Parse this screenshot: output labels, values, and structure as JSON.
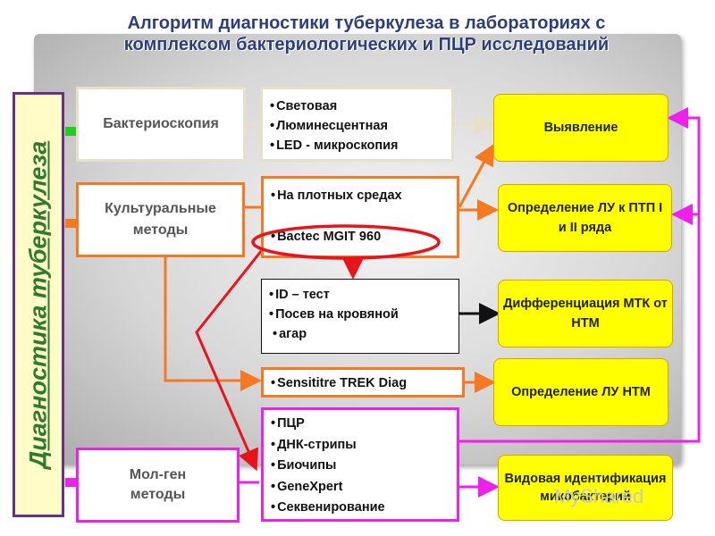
{
  "title": {
    "line1": "Алгоритм диагностики туберкулеза в лабораториях с",
    "line2": "комплексом бактериологических и ПЦР исследований"
  },
  "side_label": "Диагностика туберкулеза",
  "methods": {
    "bacterioscopy": "Бактериоскопия",
    "cultural": "Культуральные методы",
    "molgen": "Мол-ген методы"
  },
  "lists": {
    "microscopy": [
      "Световая",
      "Люминесцентная",
      "LED - микроскопия"
    ],
    "culture_media": [
      "На плотных средах",
      "Bactec MGIT 960"
    ],
    "id_test": [
      "ID – тест",
      "Посев на кровяной",
      "агар"
    ],
    "sensititre": [
      "Sensititre TREK Diag"
    ],
    "molecular": [
      "ПЦР",
      "ДНК-стрипы",
      "Биочипы",
      "GeneXpert",
      "Секвенирование"
    ]
  },
  "results": {
    "detection": "Выявление",
    "dst_line": "Определение ЛУ к ПТП I и II ряда",
    "differentiation": "Дифференциация МТК от НТМ",
    "dst_ntm": "Определение ЛУ НТМ",
    "species": "Видовая идентификация микобактерий"
  },
  "watermark": "MyShared",
  "colors": {
    "bacterioscopy": "#e8dfc9",
    "cultural": "#f47920",
    "molgen": "#ee20ee",
    "red": "#e8141c",
    "panel_title": "#2c3e7a",
    "side_label": "#2f7a2f"
  }
}
